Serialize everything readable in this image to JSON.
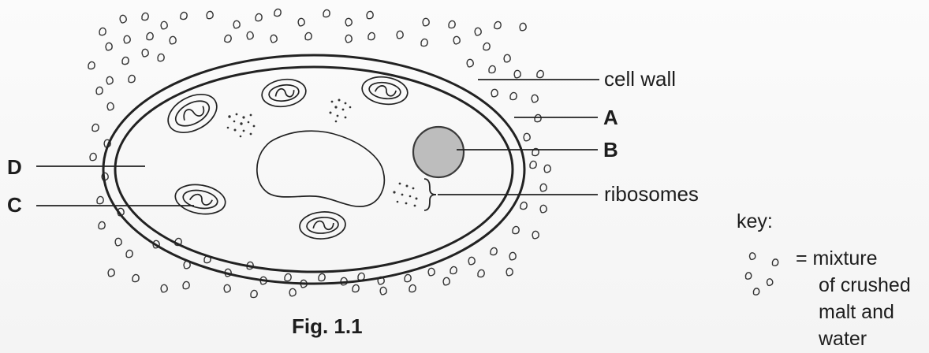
{
  "figure": {
    "caption": "Fig. 1.1"
  },
  "labels": {
    "cell_wall": "cell wall",
    "a": "A",
    "b": "B",
    "c": "C",
    "d": "D",
    "ribosomes": "ribosomes"
  },
  "key": {
    "title": "key:",
    "lines": [
      "= mixture",
      "of crushed",
      "malt and",
      "water"
    ]
  },
  "colors": {
    "outline": "#222222",
    "b_fill": "#bdbdbd",
    "background": "#ffffff"
  },
  "icons": {
    "malt_particle": "malt-particle-icon",
    "ribosome_dot": "ribosome-dot-icon"
  }
}
